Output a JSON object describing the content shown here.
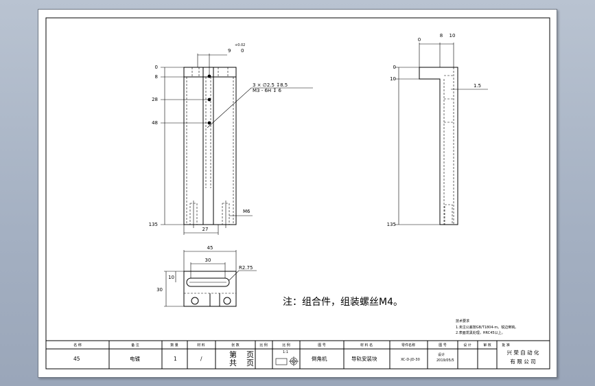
{
  "drawing": {
    "front_view": {
      "left_ticks": [
        "0",
        "8",
        "28",
        "48",
        "135"
      ],
      "top_dim_tol": "+0.02",
      "top_dim_values": [
        "9",
        "0"
      ],
      "hole_callout_line1": "3 × ∅2.5 ↧8.5",
      "hole_callout_line2": "M3 - 6H ↧ 6",
      "bottom_dim": "27",
      "thread_label": "M6"
    },
    "side_view": {
      "top_ticks": [
        "0",
        "8",
        "10"
      ],
      "left_ticks": [
        "0",
        "10",
        "135"
      ],
      "thickness_dim": "1.5"
    },
    "top_view": {
      "overall_width": "45",
      "slot_length": "30",
      "slot_radius": "R2.75",
      "left_dims": [
        "30",
        "10"
      ]
    },
    "note": "注：组合件，组装螺丝M4。",
    "tech_req": {
      "title": "技术要求",
      "line1": "1.未注公差按GB/T1804-m。锐边倒钝。",
      "line2": "2.表面发黑处理，HRC45以上。"
    }
  },
  "title_block": {
    "headers": [
      "名 称",
      "备 注",
      "数 量",
      "材 料",
      "张 数",
      "比 例",
      "比 例",
      "图 号",
      "材 料 名",
      "零件名称",
      "图 号",
      "设 计",
      "审 核",
      "批 准"
    ],
    "row": {
      "name": "45",
      "remark": "电镀",
      "qty": "1",
      "material": "/",
      "sheet_label_1": "第",
      "sheet_label_2": "页",
      "sheet_label_3": "共",
      "sheet_label_4": "页",
      "scale": "1:1",
      "machine": "倒角机",
      "part_name": "导轨安装块",
      "drawing_no": "XC-D-JD-30",
      "designer": "设计",
      "date": "2019/05/5"
    },
    "company_line1": "兴 荣 自 动 化",
    "company_line2": "有 限 公 司"
  }
}
